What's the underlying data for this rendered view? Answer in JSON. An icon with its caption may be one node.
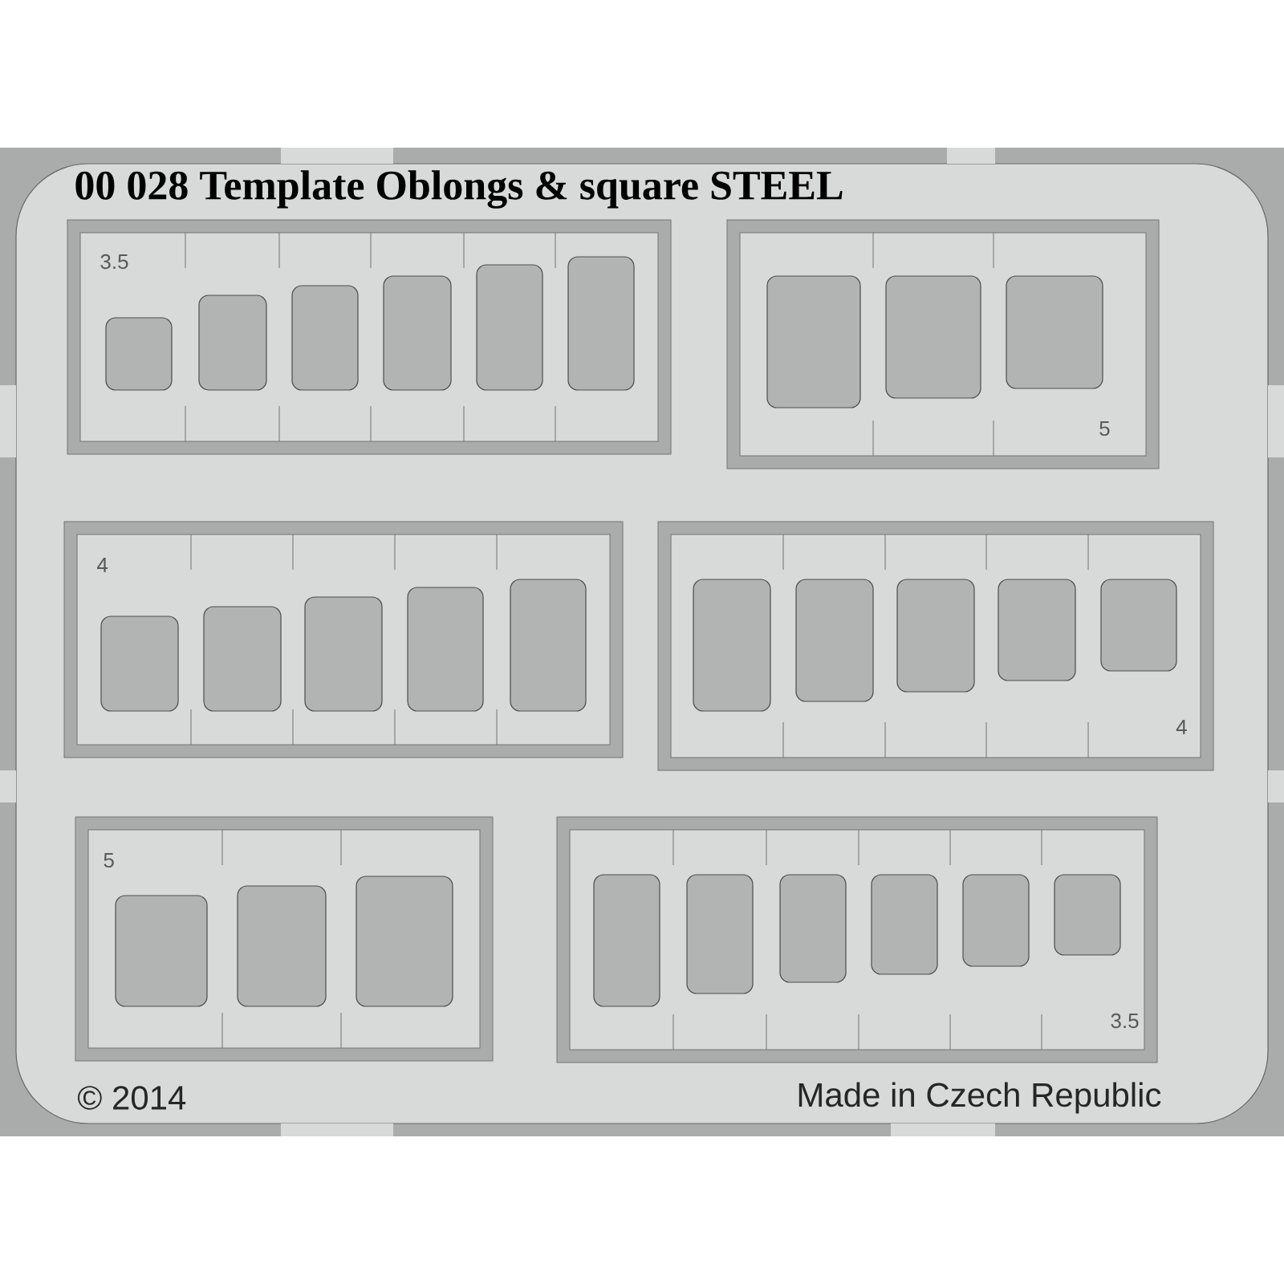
{
  "diagram": {
    "title": "00 028 Template Oblongs & square STEEL",
    "labels": [
      "3.5",
      "5",
      "4",
      "4",
      "5",
      "3.5",
      "© 2014",
      "Made in Czech Republic"
    ]
  }
}
